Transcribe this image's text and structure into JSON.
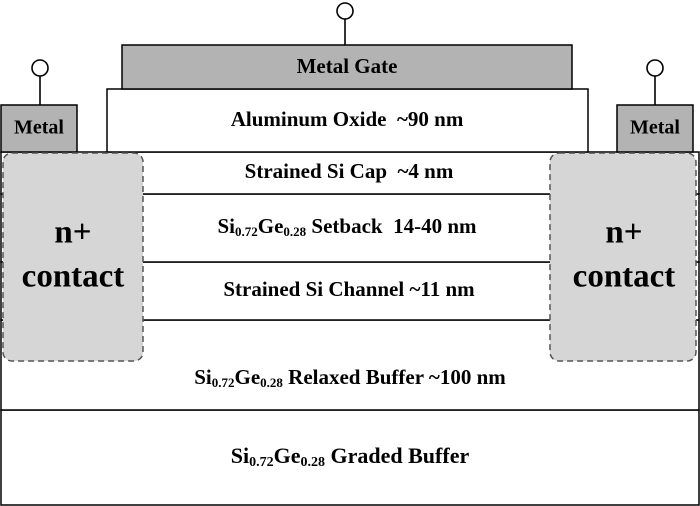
{
  "diagram": {
    "gate": {
      "label": "Metal Gate"
    },
    "oxide": {
      "label": "Aluminum Oxide  ~90 nm"
    },
    "cap": {
      "label": "Strained Si Cap  ~4 nm"
    },
    "setback": {
      "pre": "Si",
      "sub1": "0.72",
      "mid": "Ge",
      "sub2": "0.28",
      "post": " Setback  14-40 nm"
    },
    "channel": {
      "label": "Strained Si Channel ~11 nm"
    },
    "relaxed": {
      "pre": "Si",
      "sub1": "0.72",
      "mid": "Ge",
      "sub2": "0.28",
      "post": " Relaxed Buffer ~100 nm"
    },
    "graded": {
      "pre": "Si",
      "sub1": "0.72",
      "mid": "Ge",
      "sub2": "0.28",
      "post": " Graded Buffer"
    },
    "left_metal": {
      "label": "Metal"
    },
    "right_metal": {
      "label": "Metal"
    },
    "left_contact": {
      "line1": "n+",
      "line2": "contact"
    },
    "right_contact": {
      "line1": "n+",
      "line2": "contact"
    },
    "colors": {
      "metal": "#b3b3b3",
      "contact": "#d6d6d6",
      "outline": "#000000"
    }
  }
}
